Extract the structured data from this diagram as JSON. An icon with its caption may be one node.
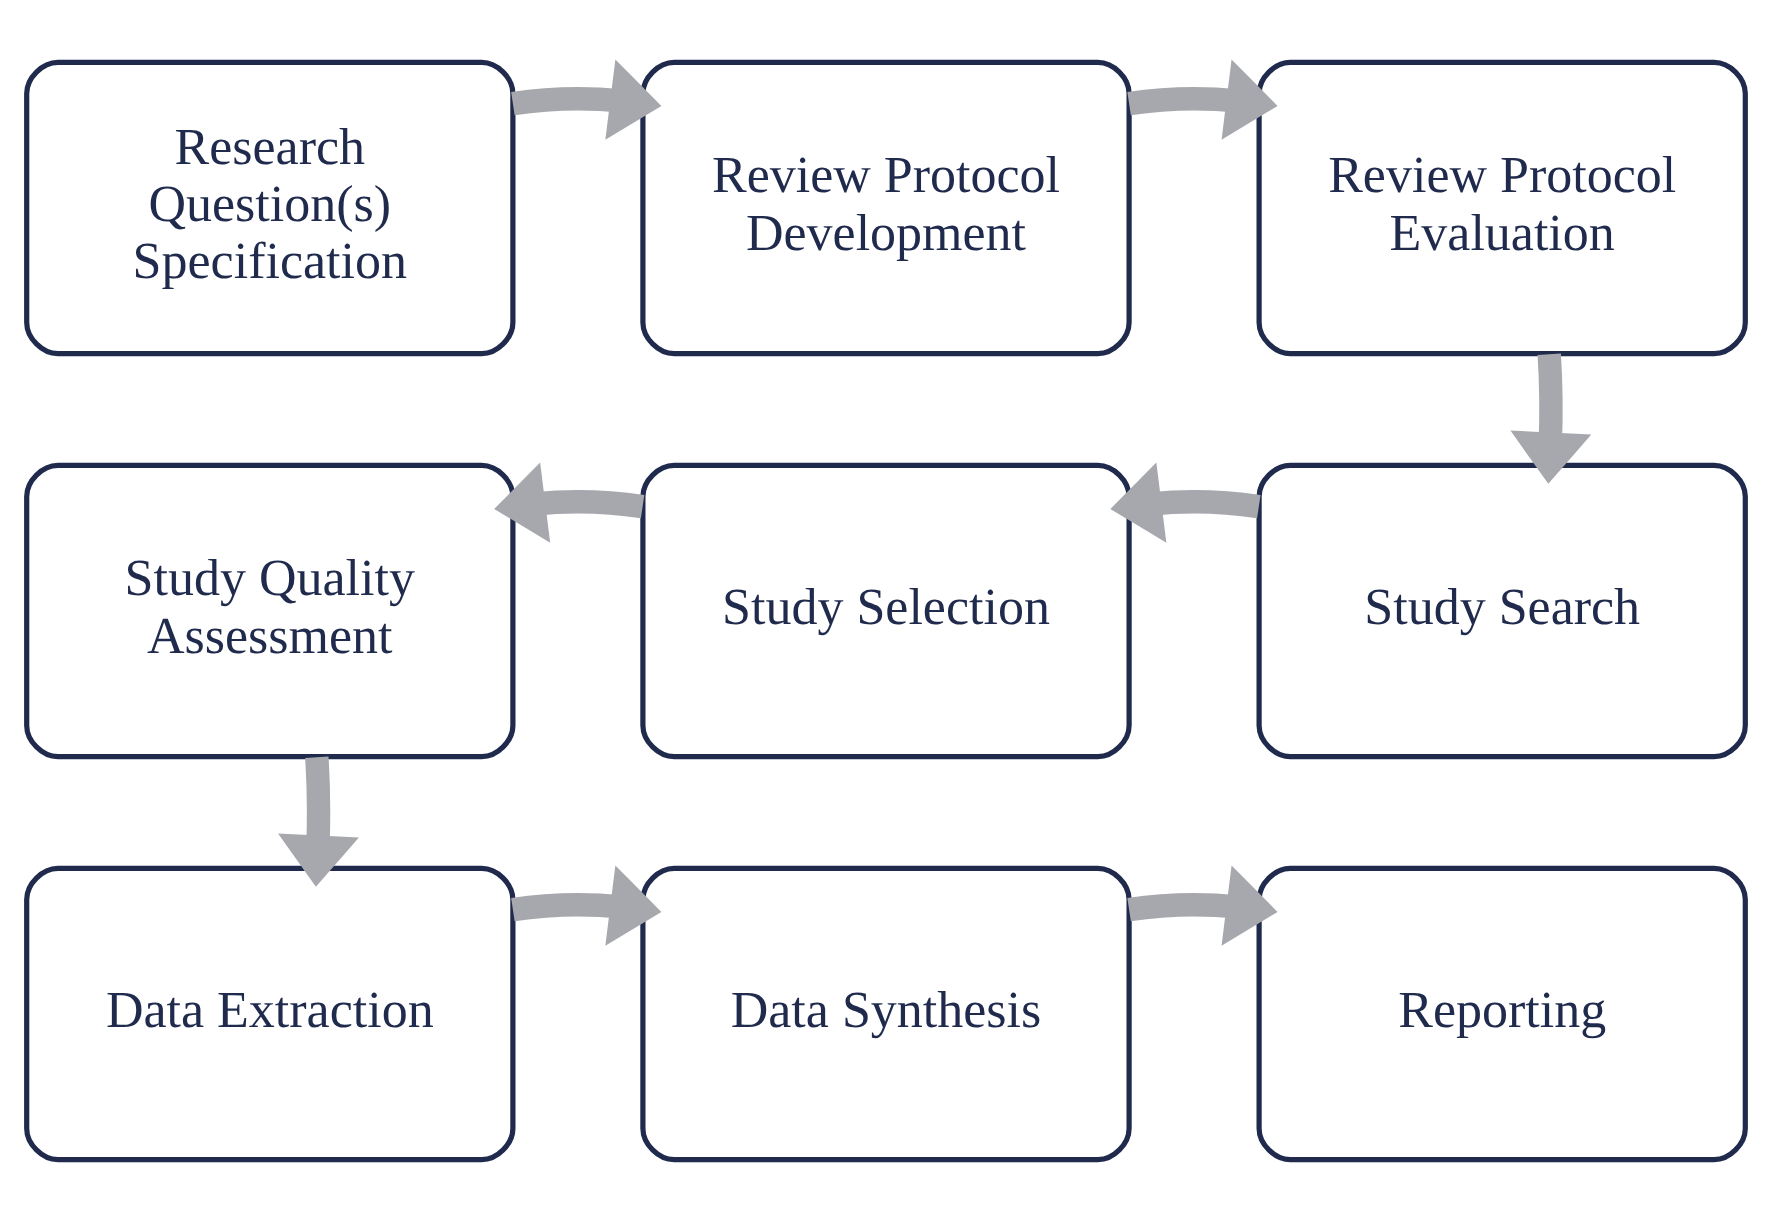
{
  "diagram": {
    "nodes": [
      {
        "text": [
          "Research Question(s) Specification"
        ]
      },
      {
        "text": [
          "Review Protocol Development"
        ]
      },
      {
        "text": [
          "Review Protocol Evaluation"
        ]
      },
      {
        "text": [
          "Study Quality Assessment"
        ]
      },
      {
        "text": [
          "Study Selection"
        ]
      },
      {
        "text": [
          "Study Search"
        ]
      },
      {
        "text": [
          "Data Extraction"
        ]
      },
      {
        "text": [
          "Data Synthesis"
        ]
      },
      {
        "text": [
          "Reporting"
        ]
      }
    ],
    "edges": [
      {
        "from": 0,
        "to": 1,
        "arrow": "to"
      },
      {
        "from": 1,
        "to": 2,
        "arrow": "to"
      },
      {
        "from": 2,
        "to": 5,
        "arrow": "to"
      },
      {
        "from": 5,
        "to": 4,
        "arrow": "to"
      },
      {
        "from": 4,
        "to": 3,
        "arrow": "to"
      },
      {
        "from": 3,
        "to": 6,
        "arrow": "to"
      },
      {
        "from": 6,
        "to": 7,
        "arrow": "to"
      },
      {
        "from": 7,
        "to": 8,
        "arrow": "to"
      }
    ]
  }
}
